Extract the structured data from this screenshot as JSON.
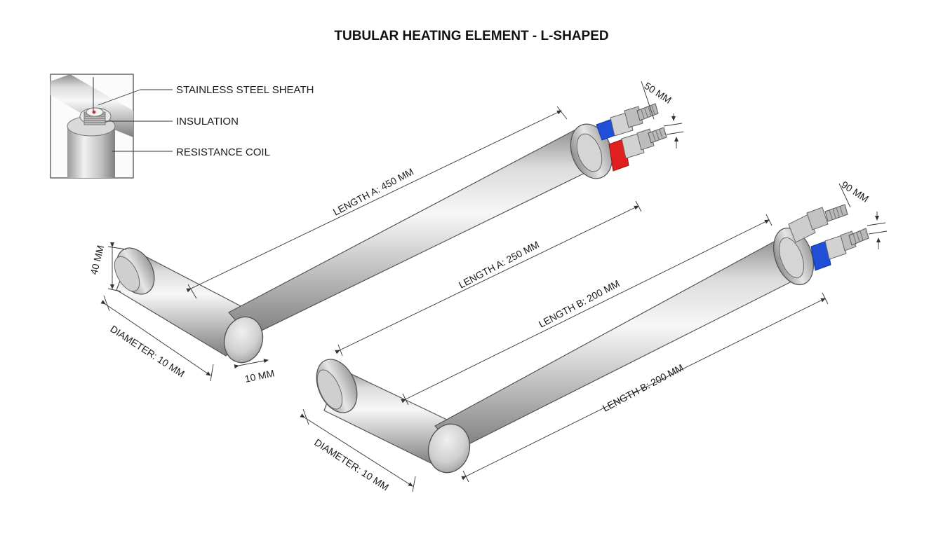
{
  "title": "TUBULAR HEATING ELEMENT - L-SHAPED",
  "inset": {
    "labels": {
      "sheath": "STAINLESS STEEL SHEATH",
      "insulation": "INSULATION",
      "coil": "RESISTANCE COIL"
    }
  },
  "element_1": {
    "length_a_outer": "LENGTH A: 450 MM",
    "length_a_inner": "LENGTH A: 250 MM",
    "end_height": "40 MM",
    "diameter": "DIAMETER: 10 MM",
    "end_gap": "10 MM",
    "terminal_spacing": "50 MM"
  },
  "element_2": {
    "length_b_upper": "LENGTH B: 200 MM",
    "length_b_lower": "LENGTH B: 200 MM",
    "diameter": "DIAMETER: 10 MM",
    "terminal_spacing": "90 MM"
  },
  "colors": {
    "terminal_blue": "#1f4fd6",
    "terminal_red": "#e01f1f",
    "steel_light": "#f4f4f4",
    "steel_mid": "#c4c4c4",
    "steel_dark": "#8a8a8a"
  }
}
